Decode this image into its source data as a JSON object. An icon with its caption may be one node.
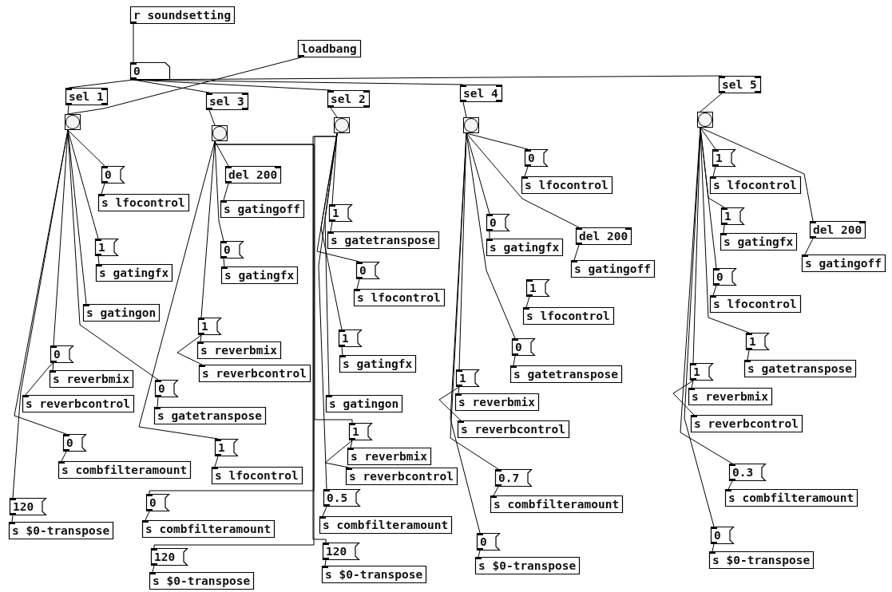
{
  "diagram": {
    "nodes": [
      {
        "text": [
          "r soundsetting"
        ]
      },
      {
        "text": [
          "0"
        ]
      },
      {
        "text": [
          "loadbang"
        ]
      },
      {
        "text": [
          "sel 1"
        ]
      },
      {
        "text": [
          "sel 3"
        ]
      },
      {
        "text": [
          "sel 2"
        ]
      },
      {
        "text": [
          "sel 4"
        ]
      },
      {
        "text": [
          "sel 5"
        ]
      },
      {
        "text": [],
        "shape": "box"
      },
      {
        "text": [],
        "shape": "box"
      },
      {
        "text": [],
        "shape": "box"
      },
      {
        "text": [],
        "shape": "box"
      },
      {
        "text": [],
        "shape": "box"
      },
      {
        "text": [
          "0"
        ]
      },
      {
        "text": [
          "s lfocontrol"
        ]
      },
      {
        "text": [
          "1"
        ]
      },
      {
        "text": [
          "s gatingfx"
        ]
      },
      {
        "text": [
          "s gatingon"
        ]
      },
      {
        "text": [
          "0"
        ]
      },
      {
        "text": [
          "s reverbmix"
        ]
      },
      {
        "text": [
          "s reverbcontrol"
        ]
      },
      {
        "text": [
          "0"
        ]
      },
      {
        "text": [
          "s combfilteramount"
        ]
      },
      {
        "text": [
          "120"
        ]
      },
      {
        "text": [
          "s $0-transpose"
        ]
      },
      {
        "text": [
          "del 200"
        ]
      },
      {
        "text": [
          "s gatingoff"
        ]
      },
      {
        "text": [
          "0"
        ]
      },
      {
        "text": [
          "s gatingfx"
        ]
      },
      {
        "text": [
          "1"
        ]
      },
      {
        "text": [
          "s reverbmix"
        ]
      },
      {
        "text": [
          "s reverbcontrol"
        ]
      },
      {
        "text": [
          "0"
        ]
      },
      {
        "text": [
          "s gatetranspose"
        ]
      },
      {
        "text": [
          "1"
        ]
      },
      {
        "text": [
          "s lfocontrol"
        ]
      },
      {
        "text": [
          "0"
        ]
      },
      {
        "text": [
          "s combfilteramount"
        ]
      },
      {
        "text": [
          "120"
        ]
      },
      {
        "text": [
          "s $0-transpose"
        ]
      },
      {
        "text": [
          "1"
        ]
      },
      {
        "text": [
          "s gatetranspose"
        ]
      },
      {
        "text": [
          "0"
        ]
      },
      {
        "text": [
          "s lfocontrol"
        ]
      },
      {
        "text": [
          "1"
        ]
      },
      {
        "text": [
          "s gatingfx"
        ]
      },
      {
        "text": [
          "s gatingon"
        ]
      },
      {
        "text": [
          "1"
        ]
      },
      {
        "text": [
          "s reverbmix"
        ]
      },
      {
        "text": [
          "s reverbcontrol"
        ]
      },
      {
        "text": [
          "0.5"
        ]
      },
      {
        "text": [
          "s combfilteramount"
        ]
      },
      {
        "text": [
          "120"
        ]
      },
      {
        "text": [
          "s $0-transpose"
        ]
      },
      {
        "text": [
          "0"
        ]
      },
      {
        "text": [
          "s lfocontrol"
        ]
      },
      {
        "text": [
          "0"
        ]
      },
      {
        "text": [
          "s gatingfx"
        ]
      },
      {
        "text": [
          "del 200"
        ]
      },
      {
        "text": [
          "s gatingoff"
        ]
      },
      {
        "text": [
          "1"
        ]
      },
      {
        "text": [
          "s lfocontrol"
        ]
      },
      {
        "text": [
          "0"
        ]
      },
      {
        "text": [
          "s gatetranspose"
        ]
      },
      {
        "text": [
          "1"
        ]
      },
      {
        "text": [
          "s reverbmix"
        ]
      },
      {
        "text": [
          "s reverbcontrol"
        ]
      },
      {
        "text": [
          "0.7"
        ]
      },
      {
        "text": [
          "s combfilteramount"
        ]
      },
      {
        "text": [
          "0"
        ]
      },
      {
        "text": [
          "s $0-transpose"
        ]
      },
      {
        "text": [
          "1"
        ]
      },
      {
        "text": [
          "s lfocontrol"
        ]
      },
      {
        "text": [
          "1"
        ]
      },
      {
        "text": [
          "s gatingfx"
        ]
      },
      {
        "text": [
          "del 200"
        ]
      },
      {
        "text": [
          "s gatingoff"
        ]
      },
      {
        "text": [
          "0"
        ]
      },
      {
        "text": [
          "s lfocontrol"
        ]
      },
      {
        "text": [
          "1"
        ]
      },
      {
        "text": [
          "s gatetranspose"
        ]
      },
      {
        "text": [
          "1"
        ]
      },
      {
        "text": [
          "s reverbmix"
        ]
      },
      {
        "text": [
          "s reverbcontrol"
        ]
      },
      {
        "text": [
          "0.3"
        ]
      },
      {
        "text": [
          "s combfilteramount"
        ]
      },
      {
        "text": [
          "0"
        ]
      },
      {
        "text": [
          "s $0-transpose"
        ]
      }
    ],
    "edges": [
      {
        "from": 0,
        "to": 1,
        "arrow": "none"
      },
      {
        "from": 1,
        "to": 3,
        "arrow": "none"
      },
      {
        "from": 1,
        "to": 4,
        "arrow": "none"
      },
      {
        "from": 1,
        "to": 5,
        "arrow": "none"
      },
      {
        "from": 1,
        "to": 6,
        "arrow": "none"
      },
      {
        "from": 1,
        "to": 7,
        "arrow": "none"
      },
      {
        "from": 2,
        "to": 8,
        "arrow": "none"
      },
      {
        "from": 3,
        "to": 8,
        "arrow": "none"
      },
      {
        "from": 4,
        "to": 9,
        "arrow": "none"
      },
      {
        "from": 5,
        "to": 10,
        "arrow": "none"
      },
      {
        "from": 6,
        "to": 11,
        "arrow": "none"
      },
      {
        "from": 7,
        "to": 12,
        "arrow": "none"
      },
      {
        "from": 8,
        "to": 13,
        "arrow": "none"
      },
      {
        "from": 8,
        "to": 15,
        "arrow": "none"
      },
      {
        "from": 8,
        "to": 17,
        "arrow": "none"
      },
      {
        "from": 8,
        "to": 18,
        "arrow": "none"
      },
      {
        "from": 8,
        "to": 21,
        "arrow": "none"
      },
      {
        "from": 8,
        "to": 23,
        "arrow": "none"
      },
      {
        "from": 8,
        "to": 32,
        "arrow": "none"
      },
      {
        "from": 13,
        "to": 14,
        "arrow": "none"
      },
      {
        "from": 15,
        "to": 16,
        "arrow": "none"
      },
      {
        "from": 18,
        "to": 19,
        "arrow": "none"
      },
      {
        "from": 18,
        "to": 20,
        "arrow": "none"
      },
      {
        "from": 21,
        "to": 22,
        "arrow": "none"
      },
      {
        "from": 23,
        "to": 24,
        "arrow": "none"
      },
      {
        "from": 32,
        "to": 33,
        "arrow": "none"
      },
      {
        "from": 9,
        "to": 25,
        "arrow": "none"
      },
      {
        "from": 9,
        "to": 27,
        "arrow": "none"
      },
      {
        "from": 9,
        "to": 29,
        "arrow": "none"
      },
      {
        "from": 9,
        "to": 34,
        "arrow": "none"
      },
      {
        "from": 9,
        "to": 36,
        "arrow": "none"
      },
      {
        "from": 9,
        "to": 38,
        "arrow": "none"
      },
      {
        "from": 25,
        "to": 26,
        "arrow": "none"
      },
      {
        "from": 27,
        "to": 28,
        "arrow": "none"
      },
      {
        "from": 29,
        "to": 30,
        "arrow": "none"
      },
      {
        "from": 29,
        "to": 31,
        "arrow": "none"
      },
      {
        "from": 34,
        "to": 35,
        "arrow": "none"
      },
      {
        "from": 36,
        "to": 37,
        "arrow": "none"
      },
      {
        "from": 38,
        "to": 39,
        "arrow": "none"
      },
      {
        "from": 10,
        "to": 40,
        "arrow": "none"
      },
      {
        "from": 10,
        "to": 42,
        "arrow": "none"
      },
      {
        "from": 10,
        "to": 44,
        "arrow": "none"
      },
      {
        "from": 10,
        "to": 46,
        "arrow": "none"
      },
      {
        "from": 10,
        "to": 47,
        "arrow": "none"
      },
      {
        "from": 10,
        "to": 50,
        "arrow": "none"
      },
      {
        "from": 10,
        "to": 52,
        "arrow": "none"
      },
      {
        "from": 40,
        "to": 41,
        "arrow": "none"
      },
      {
        "from": 42,
        "to": 43,
        "arrow": "none"
      },
      {
        "from": 44,
        "to": 45,
        "arrow": "none"
      },
      {
        "from": 47,
        "to": 48,
        "arrow": "none"
      },
      {
        "from": 47,
        "to": 49,
        "arrow": "none"
      },
      {
        "from": 50,
        "to": 51,
        "arrow": "none"
      },
      {
        "from": 52,
        "to": 53,
        "arrow": "none"
      },
      {
        "from": 11,
        "to": 54,
        "arrow": "none"
      },
      {
        "from": 11,
        "to": 56,
        "arrow": "none"
      },
      {
        "from": 11,
        "to": 58,
        "arrow": "none"
      },
      {
        "from": 11,
        "to": 62,
        "arrow": "none"
      },
      {
        "from": 11,
        "to": 64,
        "arrow": "none"
      },
      {
        "from": 11,
        "to": 67,
        "arrow": "none"
      },
      {
        "from": 11,
        "to": 69,
        "arrow": "none"
      },
      {
        "from": 54,
        "to": 55,
        "arrow": "none"
      },
      {
        "from": 56,
        "to": 57,
        "arrow": "none"
      },
      {
        "from": 58,
        "to": 59,
        "arrow": "none"
      },
      {
        "from": 60,
        "to": 61,
        "arrow": "none"
      },
      {
        "from": 62,
        "to": 63,
        "arrow": "none"
      },
      {
        "from": 64,
        "to": 65,
        "arrow": "none"
      },
      {
        "from": 64,
        "to": 66,
        "arrow": "none"
      },
      {
        "from": 67,
        "to": 68,
        "arrow": "none"
      },
      {
        "from": 69,
        "to": 70,
        "arrow": "none"
      },
      {
        "from": 12,
        "to": 71,
        "arrow": "none"
      },
      {
        "from": 12,
        "to": 73,
        "arrow": "none"
      },
      {
        "from": 12,
        "to": 75,
        "arrow": "none"
      },
      {
        "from": 12,
        "to": 77,
        "arrow": "none"
      },
      {
        "from": 12,
        "to": 79,
        "arrow": "none"
      },
      {
        "from": 12,
        "to": 81,
        "arrow": "none"
      },
      {
        "from": 12,
        "to": 84,
        "arrow": "none"
      },
      {
        "from": 12,
        "to": 86,
        "arrow": "none"
      },
      {
        "from": 71,
        "to": 72,
        "arrow": "none"
      },
      {
        "from": 73,
        "to": 74,
        "arrow": "none"
      },
      {
        "from": 75,
        "to": 76,
        "arrow": "none"
      },
      {
        "from": 77,
        "to": 78,
        "arrow": "none"
      },
      {
        "from": 79,
        "to": 80,
        "arrow": "none"
      },
      {
        "from": 81,
        "to": 82,
        "arrow": "none"
      },
      {
        "from": 81,
        "to": 83,
        "arrow": "none"
      },
      {
        "from": 84,
        "to": 85,
        "arrow": "none"
      },
      {
        "from": 86,
        "to": 87,
        "arrow": "none"
      }
    ]
  }
}
